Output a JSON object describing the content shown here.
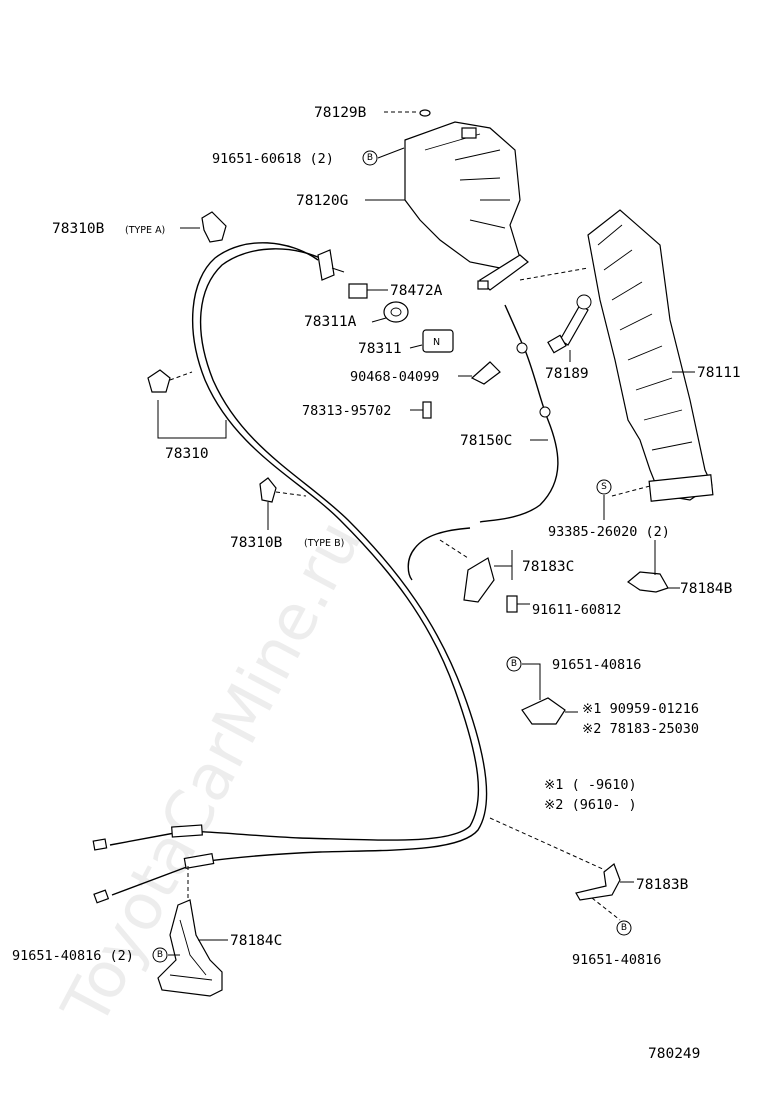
{
  "watermark": "ToyotaCarMine.ru",
  "diagram_id": "780249",
  "parts": {
    "p78129B": "78129B",
    "p91651_60618": "91651-60618 (2)",
    "p78120G": "78120G",
    "p78310B_a": "78310B",
    "p78310B_a_note": "(TYPE A)",
    "p78472A": "78472A",
    "p78311A": "78311A",
    "p78311": "78311",
    "p90468": "90468-04099",
    "p78189": "78189",
    "p78111": "78111",
    "p78313": "78313-95702",
    "p78310": "78310",
    "p78150C": "78150C",
    "p78310B_b": "78310B",
    "p78310B_b_note": "(TYPE B)",
    "p93385": "93385-26020 (2)",
    "p78183C": "78183C",
    "p78184B": "78184B",
    "p91611": "91611-60812",
    "p91651_40816_a": "91651-40816",
    "p90959": "※1 90959-01216",
    "p78183_25030": "※2 78183-25030",
    "note1": "※1 (       -9610)",
    "note2": "※2 (9610-       )",
    "p78183B": "78183B",
    "p91651_40816_b": "91651-40816",
    "p78184C": "78184C",
    "p91651_40816_c": "91651-40816 (2)"
  },
  "markers": {
    "b": "B",
    "s": "S"
  }
}
